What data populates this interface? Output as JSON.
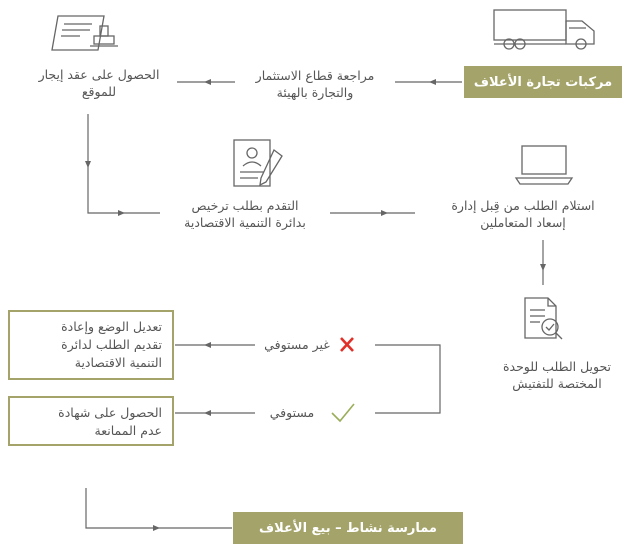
{
  "steps": {
    "start": "مركبات تجارة الأعلاف",
    "review_line1": "مراجعة قطاع الاستثمار",
    "review_line2": "والتجارة بالهيئة",
    "lease_line1": "الحصول على عقد إيجار",
    "lease_line2": "للموقع",
    "license_line1": "التقدم بطلب ترخيص",
    "license_line2": "بدائرة التنمية الاقتصادية",
    "receive_line1": "استلام الطلب من قِبل إدارة",
    "receive_line2": "إسعاد المتعاملين",
    "transfer_line1": "تحويل الطلب للوحدة",
    "transfer_line2": "المختصة للتفتيش",
    "not_compliant": "غير مستوفي",
    "compliant": "مستوفي",
    "resubmit_line1": "تعديل الوضع وإعادة",
    "resubmit_line2": "تقديم الطلب لدائرة",
    "resubmit_line3": "التنمية الاقتصادية",
    "certificate_line1": "الحصول على شهادة",
    "certificate_line2": "عدم الممانعة",
    "end": "ممارسة نشاط – بيع الأعلاف"
  },
  "colors": {
    "accent": "#a4a46a",
    "line": "#666666",
    "cross": "#e0302a",
    "check": "#9aae5a",
    "icon": "#666666"
  },
  "icons": [
    "truck-icon",
    "stamp-document-icon",
    "form-pen-icon",
    "laptop-icon",
    "inspection-document-icon"
  ]
}
